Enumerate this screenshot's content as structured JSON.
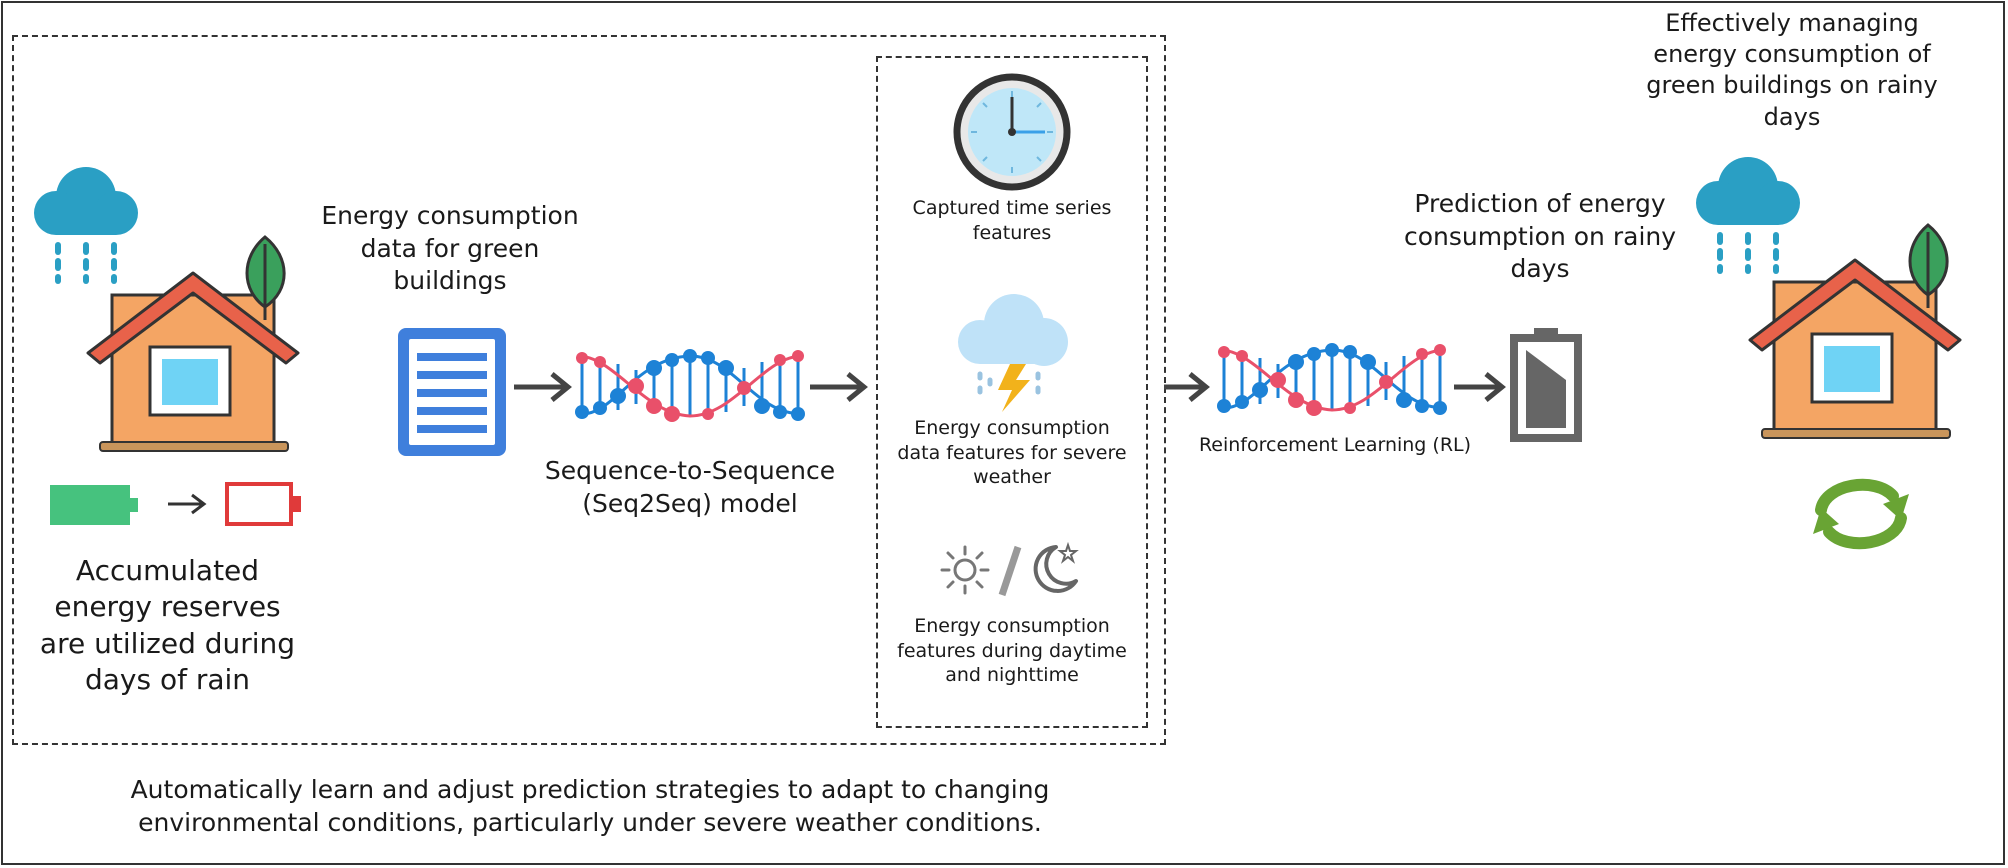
{
  "labels": {
    "accumulated_reserves": "Accumulated energy reserves are utilized during days of rain",
    "energy_data": "Energy consumption data for green buildings",
    "seq2seq": "Sequence-to-Sequence (Seq2Seq) model",
    "time_series": "Captured time series features",
    "severe_weather": "Energy consumption data features for severe weather",
    "day_night": "Energy consumption features during daytime and nighttime",
    "rl": "Reinforcement Learning (RL)",
    "prediction": "Prediction of energy consumption on rainy days",
    "managing": "Effectively managing energy consumption of green buildings on rainy days",
    "bottom_caption": "Automatically learn and adjust prediction strategies to adapt to changing environmental conditions, particularly under severe weather conditions."
  },
  "colors": {
    "rain_cloud": "#2a9fc4",
    "house_wall": "#f4a564",
    "roof": "#e8624a",
    "window": "#6fd3f5",
    "leaf": "#3aa05c",
    "doc_blue": "#3f7fdc",
    "dna_blue": "#1d82d6",
    "dna_red": "#e9506a",
    "battery_full": "#46c27e",
    "battery_empty": "#e03a3a",
    "battery_gray": "#666666",
    "recycle_green": "#69a434"
  },
  "icons": [
    "rain-cloud-icon",
    "house-icon",
    "leaf-icon",
    "battery-icon",
    "document-icon",
    "dna-icon",
    "clock-icon",
    "storm-cloud-icon",
    "sun-icon",
    "moon-icon",
    "recycle-icon",
    "arrow-icon"
  ]
}
